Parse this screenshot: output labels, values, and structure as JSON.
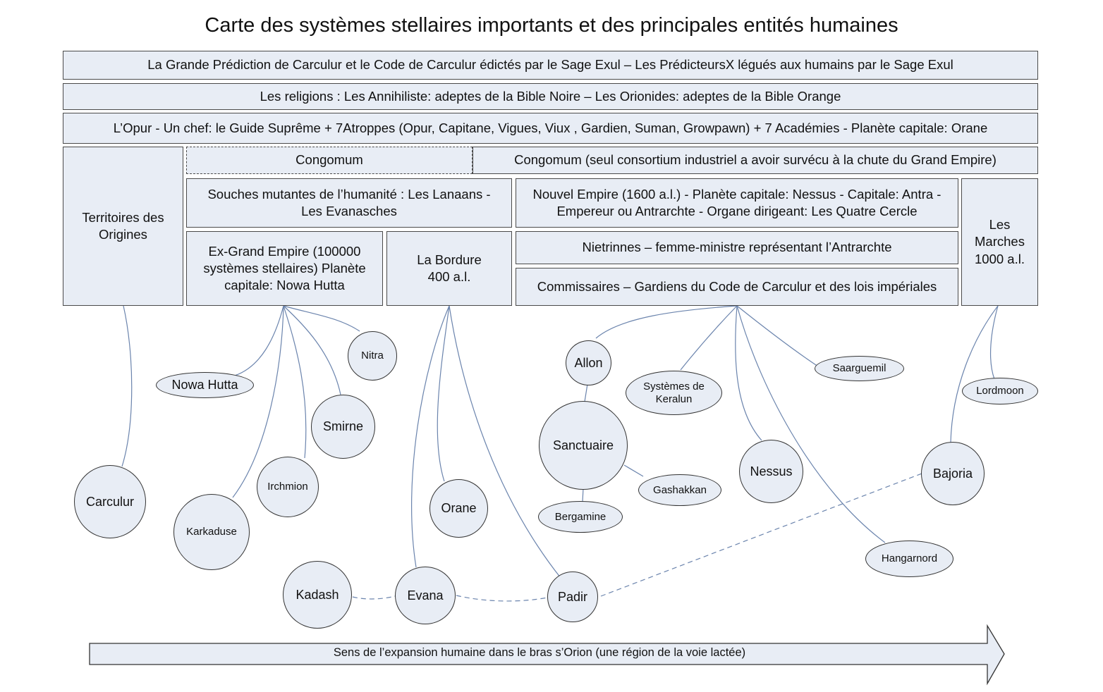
{
  "title": "Carte des systèmes stellaires importants et des principales entités humaines",
  "bands": {
    "prediction": "La Grande Prédiction de Carculur et le Code de Carculur édictés par le Sage Exul – Les PrédicteursX légués aux humains par le Sage Exul",
    "religions": "Les religions :  Les Annihiliste: adeptes de la Bible Noire  –  Les Orionides: adeptes de la Bible Orange",
    "opur": "L’Opur - Un chef: le Guide Suprême + 7Atroppes (Opur, Capitane, Vigues, Viux , Gardien, Suman, Growpawn) + 7 Académies - Planète capitale: Orane"
  },
  "blocks": {
    "territoires": "Territoires des Origines",
    "congomum_short": "Congomum",
    "congomum_long": "Congomum (seul consortium industriel a avoir survécu à la chute du Grand Empire)",
    "souches": "Souches mutantes de l’humanité : Les Lanaans - Les Evanasches",
    "nouvel_empire": "Nouvel Empire (1600 a.l.) - Planète capitale: Nessus - Capitale: Antra - Empereur ou Antrarchte - Organe dirigeant: Les Quatre Cercle",
    "marches": "Les Marches 1000 a.l.",
    "ex_grand_empire": "Ex-Grand Empire (100000 systèmes stellaires) Planète capitale: Nowa Hutta",
    "bordure": "La Bordure 400 a.l.",
    "nietrinnes": "Nietrinnes – femme-ministre représentant l’Antrarchte",
    "commissaires": "Commissaires – Gardiens du Code de Carculur et des lois impériales"
  },
  "systems": {
    "carculur": "Carculur",
    "nowa_hutta": "Nowa Hutta",
    "nitra": "Nitra",
    "smirne": "Smirne",
    "irchmion": "Irchmion",
    "karkaduse": "Karkaduse",
    "kadash": "Kadash",
    "evana": "Evana",
    "orane": "Orane",
    "padir": "Padir",
    "allon": "Allon",
    "sanctuaire": "Sanctuaire",
    "bergamine": "Bergamine",
    "gashakkan": "Gashakkan",
    "keralun": "Systèmes de Keralun",
    "nessus": "Nessus",
    "saarguemil": "Saarguemil",
    "hangarnord": "Hangarnord",
    "bajoria": "Bajoria",
    "lordmoon": "Lordmoon"
  },
  "arrow_label": "Sens de l’expansion humaine dans le bras s’Orion (une région de la voie lactée)",
  "colors": {
    "fill": "#e8edf5",
    "link": "#6b84ad",
    "border": "#4a4a4a"
  }
}
